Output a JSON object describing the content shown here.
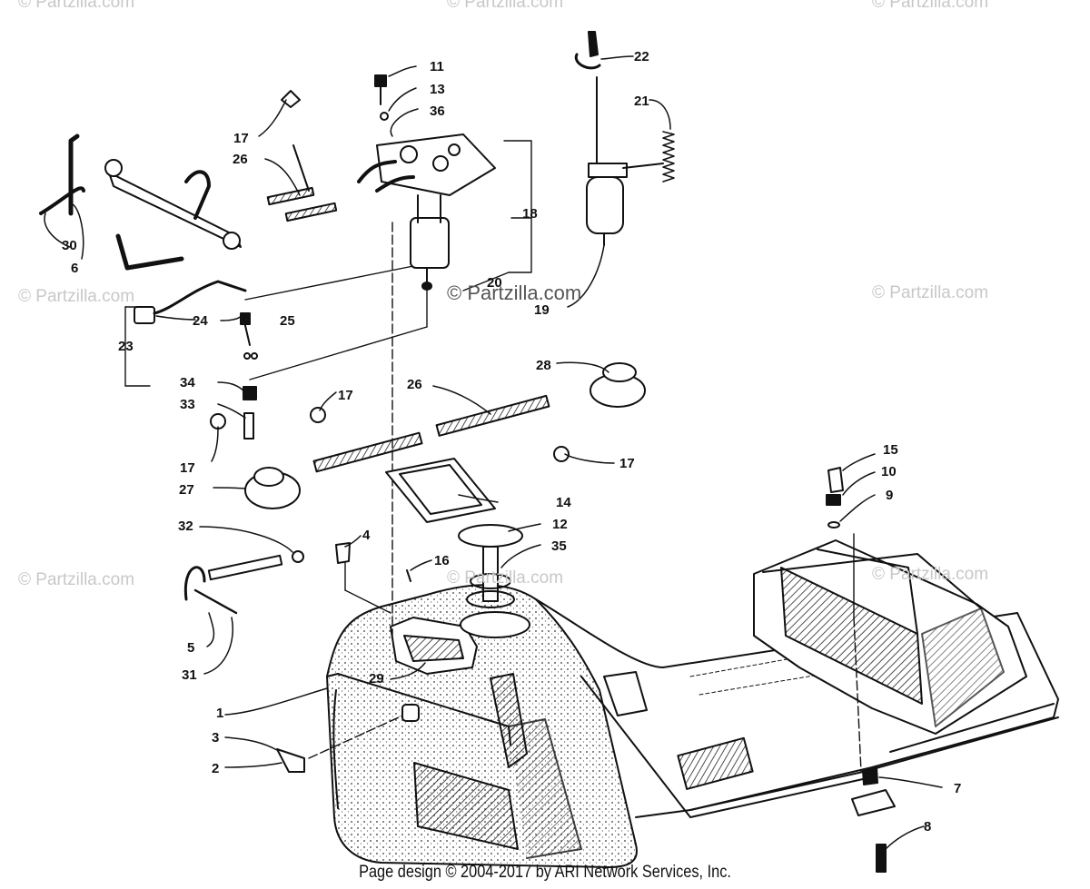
{
  "watermarks": {
    "top_left": "© Partzilla.com",
    "top_center": "© Partzilla.com",
    "top_right": "© Partzilla.com",
    "mid_left": "© Partzilla.com",
    "mid_center": "© Partzilla.com",
    "mid_right": "© Partzilla.com",
    "low_left": "© Partzilla.com",
    "low_center": "© Partzilla.com",
    "low_right": "© Partzilla.com"
  },
  "callouts": {
    "c1": "1",
    "c2": "2",
    "c3": "3",
    "c4": "4",
    "c5": "5",
    "c6": "6",
    "c7": "7",
    "c8": "8",
    "c9": "9",
    "c10": "10",
    "c11": "11",
    "c12": "12",
    "c13": "13",
    "c14": "14",
    "c15": "15",
    "c16": "16",
    "c17a": "17",
    "c17b": "17",
    "c17c": "17",
    "c17d": "17",
    "c18": "18",
    "c19": "19",
    "c20": "20",
    "c21": "21",
    "c22": "22",
    "c23": "23",
    "c24": "24",
    "c25": "25",
    "c26a": "26",
    "c26b": "26",
    "c27": "27",
    "c28": "28",
    "c29": "29",
    "c30": "30",
    "c31": "31",
    "c32": "32",
    "c33": "33",
    "c34": "34",
    "c35": "35",
    "c36": "36"
  },
  "footer": "Page design © 2004-2017 by ARI Network Services, Inc."
}
